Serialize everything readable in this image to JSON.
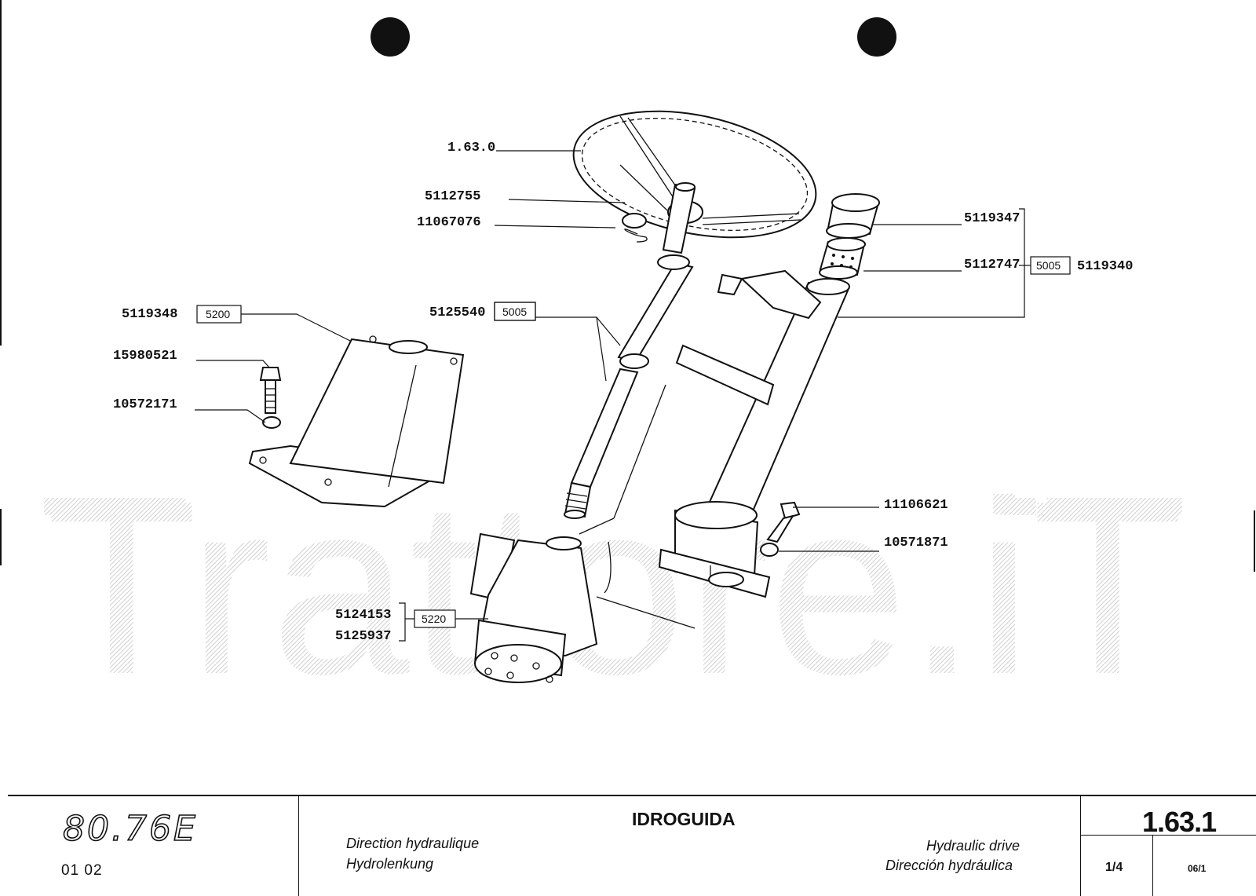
{
  "parts": {
    "steering_wheel": "1.63.0",
    "p5112755": "5112755",
    "p11067076": "11067076",
    "p5119347": "5119347",
    "p5112747": "5112747",
    "group_5119340": "5119340",
    "group_5119340_code": "5005",
    "p5119348": "5119348",
    "p5119348_code": "5200",
    "p15980521": "15980521",
    "p10572171": "10572171",
    "p5125540": "5125540",
    "p5125540_code": "5005",
    "p11106621": "11106621",
    "p10571871": "10571871",
    "p5124153": "5124153",
    "p5125937": "5125937",
    "steering_unit_code": "5220"
  },
  "watermark": "Trattore.iT",
  "title_block": {
    "model": "80.76E",
    "model_sub": "01  02",
    "title_it": "IDROGUIDA",
    "title_fr": "Direction hydraulique",
    "title_de": "Hydrolenkung",
    "title_en": "Hydraulic drive",
    "title_es": "Dirección hydráulica",
    "page": "1.63.1",
    "sheet": "1/4",
    "revision": "06/1"
  }
}
